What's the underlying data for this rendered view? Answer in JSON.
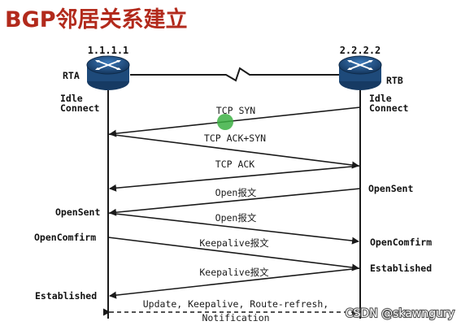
{
  "title": "BGP邻居关系建立",
  "left_router": {
    "ip": "1.1.1.1",
    "name": "RTA"
  },
  "right_router": {
    "ip": "2.2.2.2",
    "name": "RTB"
  },
  "left_states": [
    "Idle",
    "Connect",
    "OpenSent",
    "OpenComfirm",
    "Established"
  ],
  "right_states": [
    "Idle",
    "Connect",
    "OpenSent",
    "OpenComfirm",
    "Established"
  ],
  "messages": [
    "TCP SYN",
    "TCP ACK+SYN",
    "TCP ACK",
    "Open报文",
    "Open报文",
    "Keepalive报文",
    "Keepalive报文"
  ],
  "final_message": [
    "Update, Keepalive, Route-refresh,",
    "Notification"
  ],
  "watermark": "CSDN @skawngury",
  "colors": {
    "title": "#b22a1c",
    "line": "#1a1a1a",
    "router_body": "#1e4a7a",
    "cursor": "#3cb043"
  }
}
